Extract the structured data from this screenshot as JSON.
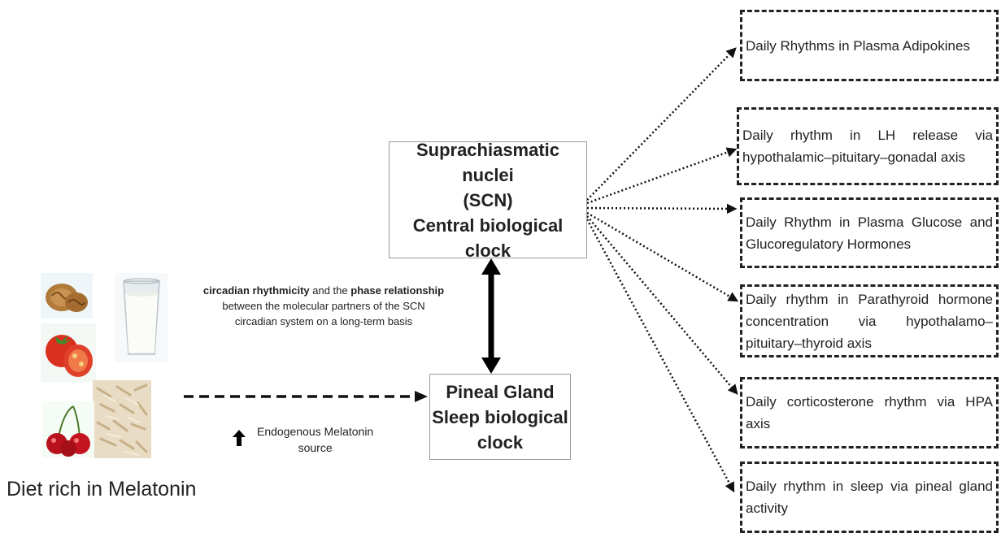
{
  "scn": {
    "line1": "Suprachiasmatic nuclei",
    "line2": "(SCN)",
    "line3": "Central biological clock"
  },
  "pineal": {
    "line1": "Pineal Gland",
    "line2": "Sleep biological",
    "line3": "clock"
  },
  "relationship": {
    "bold1": "circadian rhythmicity",
    "text1": " and the ",
    "bold2": "phase relationship",
    "text2": " between the molecular partners of the SCN circadian system on a long-term basis"
  },
  "endogenous": {
    "line1": "Endogenous Melatonin",
    "line2": "source",
    "icon": "up-arrow-icon"
  },
  "diet": {
    "label": "Diet rich in Melatonin",
    "foods": [
      "walnut-icon",
      "milk-glass-icon",
      "tomato-icon",
      "rice-icon",
      "cherry-icon"
    ]
  },
  "outputs": [
    "Daily Rhythms in Plasma Adipokines",
    "Daily rhythm in LH release via hypothalamic–pituitary–gonadal axis",
    "Daily Rhythm in Plasma Glucose and Glucoregulatory Hormones",
    "Daily rhythm in Parathyroid hormone concentration via hypothalamo–pituitary–thyroid axis",
    "Daily corticosterone rhythm via HPA axis",
    "Daily rhythm in sleep via pineal gland activity"
  ]
}
